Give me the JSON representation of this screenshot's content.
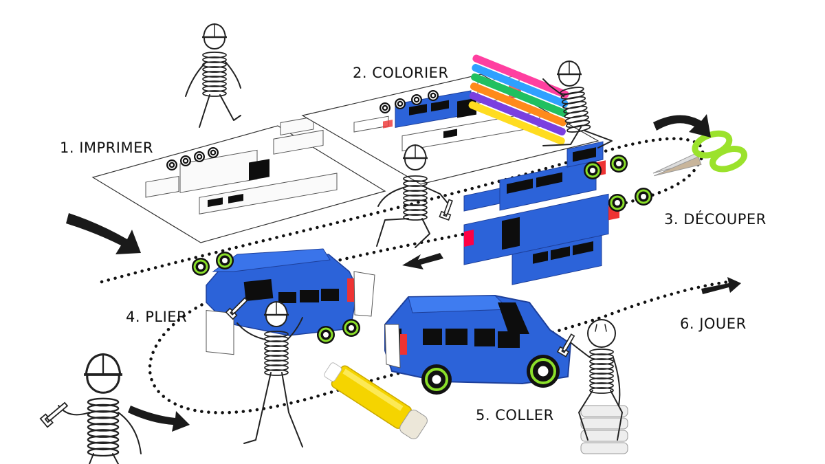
{
  "steps": [
    {
      "number": "1",
      "label": "1. IMPRIMER"
    },
    {
      "number": "2",
      "label": "2. COLORIER"
    },
    {
      "number": "3",
      "label": "3. DÉCOUPER"
    },
    {
      "number": "4",
      "label": "4. PLIER"
    },
    {
      "number": "5",
      "label": "5. COLLER"
    },
    {
      "number": "6",
      "label": "6. JOUER"
    }
  ],
  "colors": {
    "car_blue": "#2c63d9",
    "wheel_green": "#8be02a",
    "scissors_green": "#9be22c",
    "glue_yellow": "#f5d400",
    "ink": "#111111"
  },
  "icons": [
    "helmet-worker-icon",
    "wrench-icon",
    "markers-icon",
    "scissors-icon",
    "glue-stick-icon",
    "curved-arrow-icon"
  ]
}
